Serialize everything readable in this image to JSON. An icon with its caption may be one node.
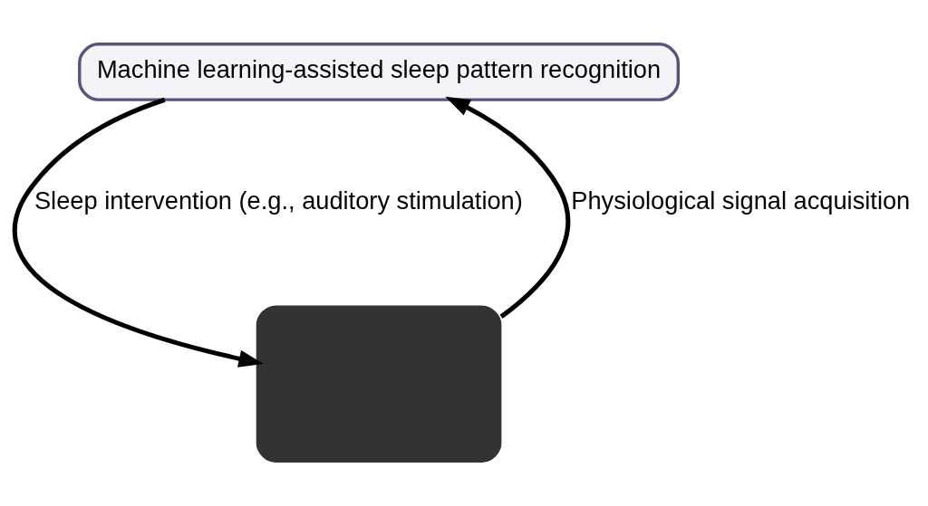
{
  "diagram": {
    "nodes": [
      {
        "text": [
          "Machine learning-assisted sleep pattern recognition"
        ]
      },
      {
        "text": [],
        "shape": "box"
      }
    ],
    "edges": [
      {
        "from": 1,
        "to": 0,
        "arrow": "to",
        "label": "Physiological signal acquisition"
      },
      {
        "from": 0,
        "to": 1,
        "arrow": "to",
        "label": "Sleep intervention (e.g., auditory stimulation)"
      }
    ]
  }
}
